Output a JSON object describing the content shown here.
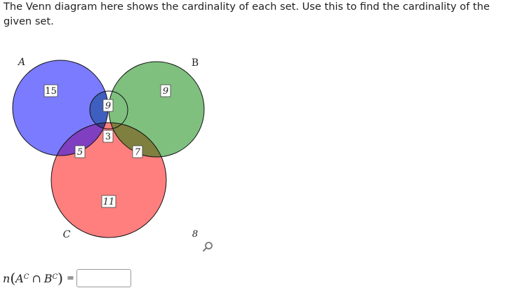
{
  "instructions": "The Venn diagram here shows the cardinality of each set. Use this to find the cardinality of the given set.",
  "venn": {
    "set_labels": {
      "a": "A",
      "b": "B",
      "c": "C"
    },
    "colors": {
      "a": "#7b7bff",
      "b": "#7fc07f",
      "c": "#ff7f7f",
      "outline": "#111111"
    },
    "regions": {
      "a_only": "15",
      "b_only": "9",
      "a_and_b_only": "9",
      "a_and_b_and_c": "3",
      "a_and_c_only": "5",
      "b_and_c_only": "7",
      "c_only": "11",
      "outside": "8"
    }
  },
  "zoom_icon": "magnifier-icon",
  "question": {
    "lhs_n": "n",
    "lhs_set1": "A",
    "lhs_set1_sup": "C",
    "lhs_op": "∩",
    "lhs_set2": "B",
    "lhs_set2_sup": "C",
    "equals": "=",
    "answer_value": "",
    "answer_placeholder": ""
  }
}
